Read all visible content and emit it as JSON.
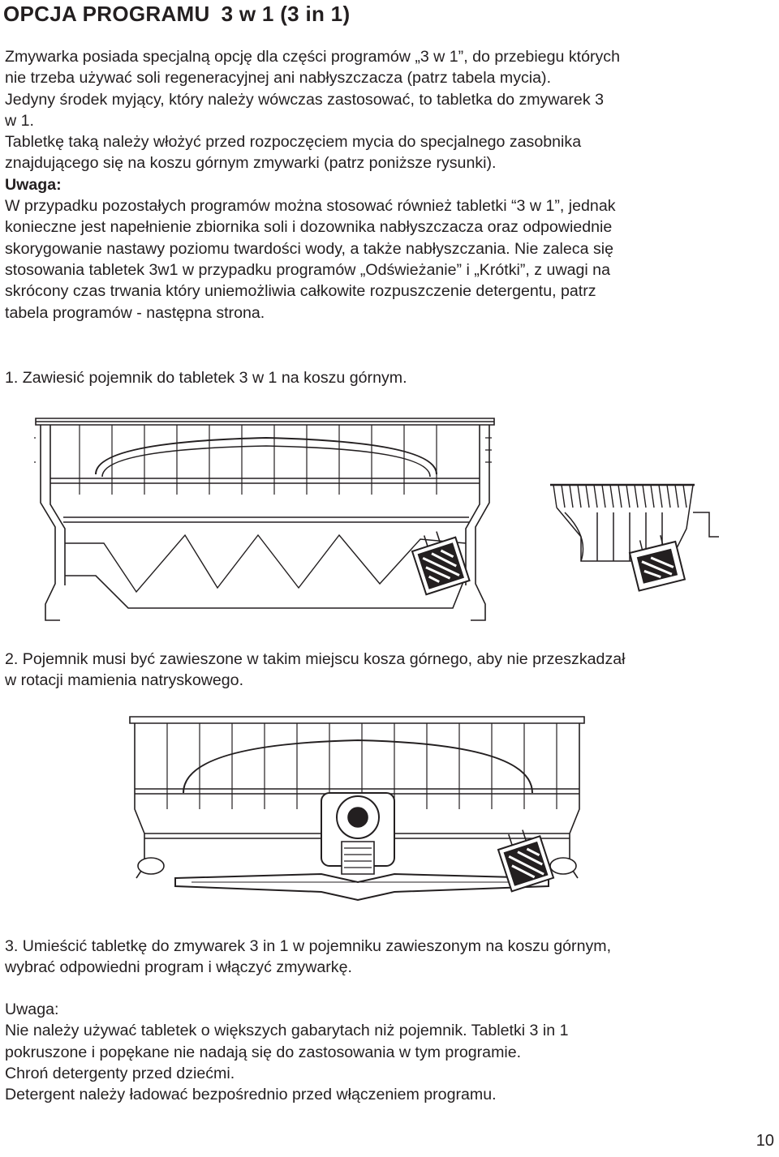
{
  "title": {
    "main": "OPCJA PROGRAMU",
    "sub": "3 w 1 (3 in 1)"
  },
  "intro": {
    "p1_lines": [
      "Zmywarka posiada specjalną opcję dla części programów „3 w 1”, do przebiegu których",
      "nie trzeba używać soli regeneracyjnej ani nabłyszczacza (patrz tabela mycia).",
      "Jedyny środek myjący, który należy wówczas zastosować, to tabletka do zmywarek 3",
      "w 1."
    ],
    "p2_lines": [
      "Tabletkę taką należy włożyć przed rozpoczęciem mycia do specjalnego zasobnika",
      "znajdującego się na koszu górnym zmywarki (patrz poniższe rysunki)."
    ],
    "note_label": "Uwaga:",
    "note_lines": [
      "W przypadku pozostałych programów można stosować również tabletki “3 w 1”, jednak",
      "konieczne jest napełnienie zbiornika soli i dozownika nabłyszczacza oraz odpowiednie",
      "skorygowanie nastawy poziomu twardości wody, a także nabłyszczania. Nie zaleca się",
      "stosowania tabletek 3w1 w przypadku programów „Odświeżanie” i „Krótki”, z uwagi na",
      "skrócony czas trwania który uniemożliwia całkowite rozpuszczenie detergentu, patrz",
      "tabela programów - następna strona."
    ]
  },
  "steps": [
    {
      "lines": [
        "1. Zawiesić pojemnik do tabletek  3 w 1 na koszu górnym."
      ]
    },
    {
      "lines": [
        "2. Pojemnik musi być zawieszone w takim miejscu kosza górnego, aby nie przeszkadzał",
        "w rotacji mamienia natryskowego."
      ]
    },
    {
      "lines": [
        "3. Umieścić tabletkę do zmywarek 3 in 1 w pojemniku zawieszonym na koszu górnym,",
        "wybrać odpowiedni program i włączyć zmywarkę."
      ]
    }
  ],
  "final_note": {
    "label": "Uwaga:",
    "lines": [
      "Nie należy używać tabletek o większych gabarytach niż pojemnik. Tabletki 3 in 1",
      "pokruszone i popękane nie nadają się do zastosowania w tym programie.",
      "Chroń detergenty przed dziećmi.",
      "Detergent należy ładować bezpośrednio przed włączeniem programu."
    ]
  },
  "page_number": "10"
}
